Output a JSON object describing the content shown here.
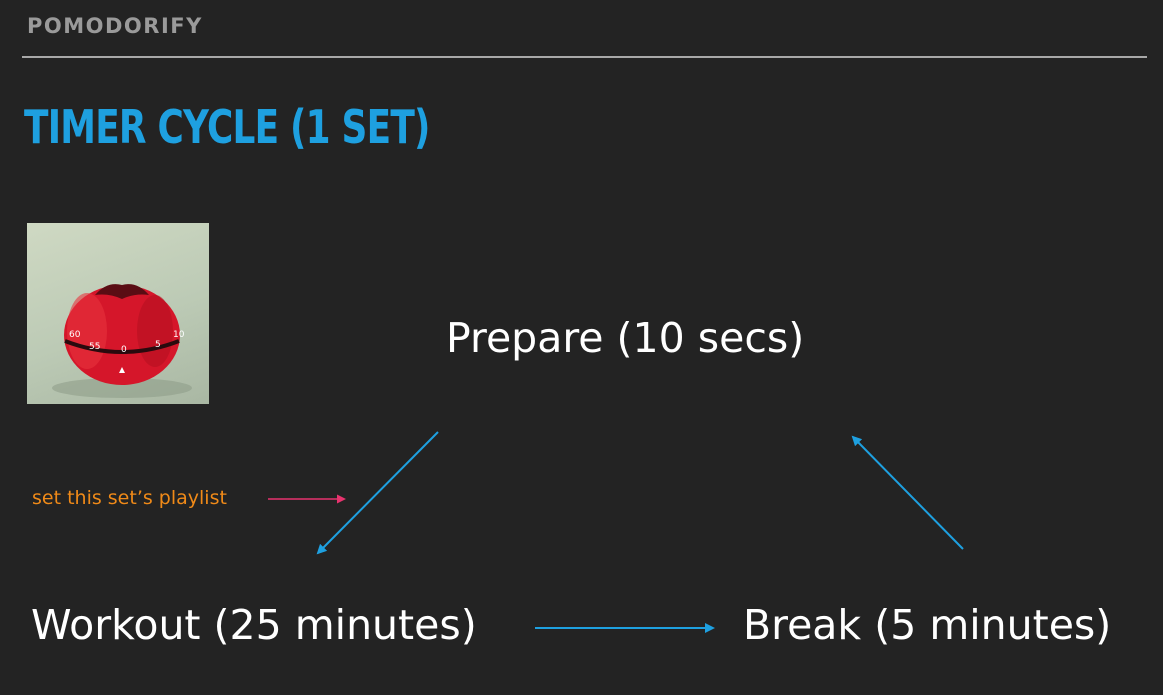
{
  "header": {
    "app_name": "POMODORIFY"
  },
  "slide": {
    "title": "TIMER CYCLE (1 SET)"
  },
  "diagram": {
    "nodes": {
      "prepare": "Prepare (10 secs)",
      "workout": "Workout (25 minutes)",
      "break": "Break (5 minutes)"
    },
    "note": "set this set’s playlist"
  },
  "colors": {
    "background": "#232323",
    "title": "#1ea0e0",
    "arrow": "#1ea0e0",
    "note_text": "#f08a18",
    "note_arrow": "#e8336e",
    "header_text": "#9a9a9a"
  },
  "image": {
    "icon": "tomato-kitchen-timer-photo"
  }
}
